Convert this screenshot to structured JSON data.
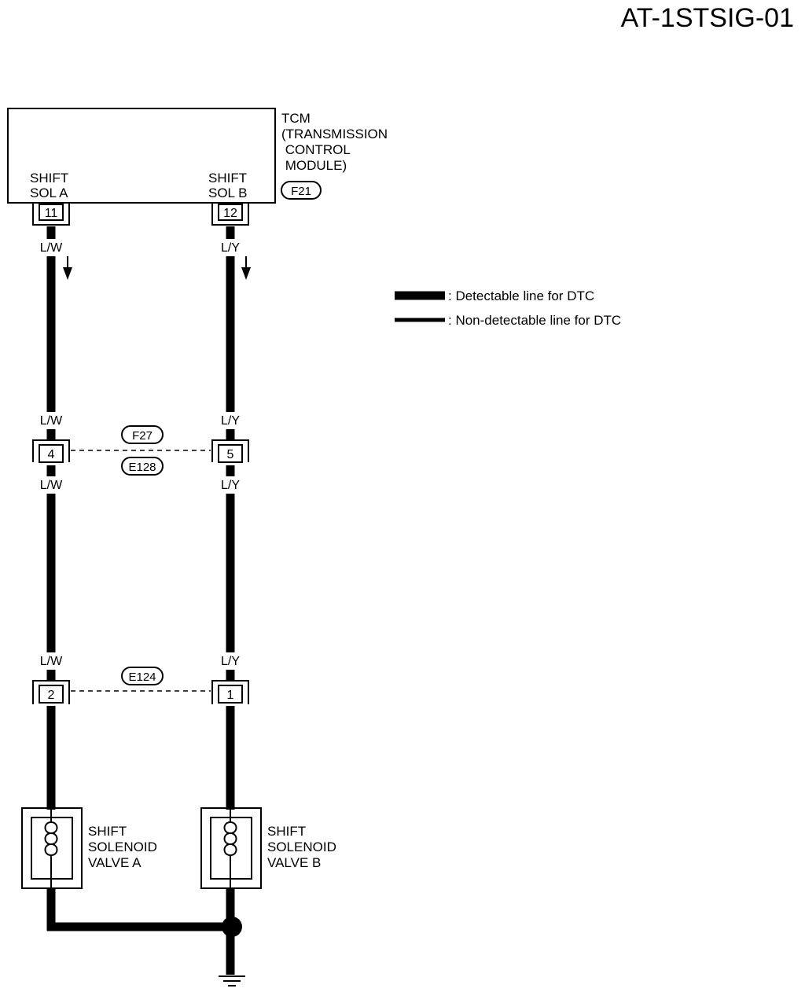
{
  "diagram_id": "AT-1STSIG-01",
  "tcm": {
    "name_lines": [
      "TCM",
      "(TRANSMISSION",
      " CONTROL",
      " MODULE)"
    ],
    "connector": "F21",
    "pin_a": {
      "label_lines": [
        "SHIFT",
        "SOL A"
      ],
      "pin": "11"
    },
    "pin_b": {
      "label_lines": [
        "SHIFT",
        "SOL B"
      ],
      "pin": "12"
    }
  },
  "wires": {
    "a_color": "L/W",
    "b_color": "L/Y"
  },
  "junction_1": {
    "connectors": [
      "F27",
      "E128"
    ],
    "pin_a": "4",
    "pin_b": "5"
  },
  "junction_2": {
    "connector": "E124",
    "pin_a": "2",
    "pin_b": "1"
  },
  "valve_a": {
    "label_lines": [
      "SHIFT",
      "SOLENOID",
      "VALVE A"
    ]
  },
  "valve_b": {
    "label_lines": [
      "SHIFT",
      "SOLENOID",
      "VALVE B"
    ]
  },
  "legend": {
    "detectable": ": Detectable line for DTC",
    "non_detectable": ": Non-detectable line for DTC"
  },
  "colors": {
    "line": "#000000",
    "background": "#ffffff"
  }
}
